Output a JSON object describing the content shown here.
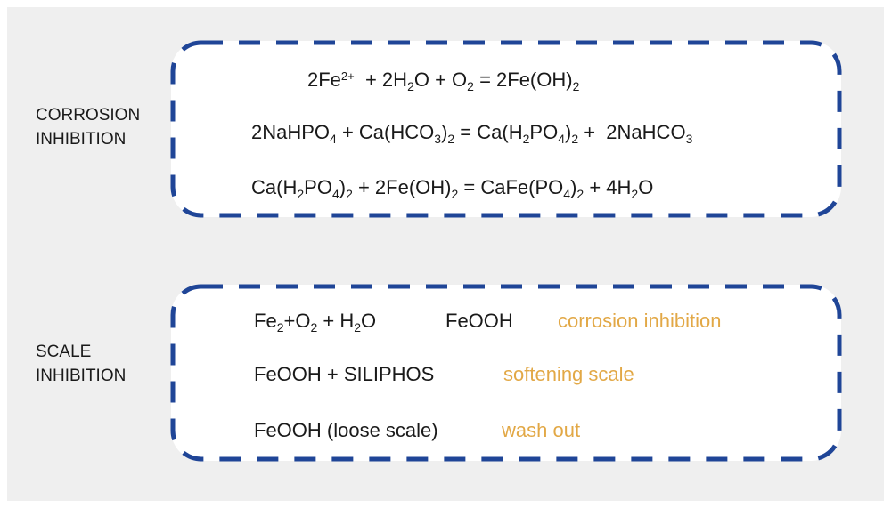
{
  "colors": {
    "border": "#1f4597",
    "accent": "#e2a846",
    "text": "#1a1a1a"
  },
  "corrosion": {
    "label_1": "CORROSION",
    "label_2": "INHIBITION",
    "equations": [
      [
        [
          "2Fe",
          ""
        ],
        [
          "2+",
          "sup"
        ],
        [
          "  + 2H",
          ""
        ],
        [
          "2",
          "sub"
        ],
        [
          "O + O",
          ""
        ],
        [
          "2",
          "sub"
        ],
        [
          " = 2Fe(OH)",
          ""
        ],
        [
          "2",
          "sub"
        ]
      ],
      [
        [
          "2NaHPO",
          ""
        ],
        [
          "4",
          "sub"
        ],
        [
          " + Ca(HCO",
          ""
        ],
        [
          "3",
          "sub"
        ],
        [
          ")",
          ""
        ],
        [
          "2",
          "sub"
        ],
        [
          " = Ca(H",
          ""
        ],
        [
          "2",
          "sub"
        ],
        [
          "PO",
          ""
        ],
        [
          "4",
          "sub"
        ],
        [
          ")",
          ""
        ],
        [
          "2",
          "sub"
        ],
        [
          " +  2NaHCO",
          ""
        ],
        [
          "3",
          "sub"
        ]
      ],
      [
        [
          "Ca(H",
          ""
        ],
        [
          "2",
          "sub"
        ],
        [
          "PO",
          ""
        ],
        [
          "4",
          "sub"
        ],
        [
          ")",
          ""
        ],
        [
          "2",
          "sub"
        ],
        [
          " + 2Fe(OH)",
          ""
        ],
        [
          "2",
          "sub"
        ],
        [
          " = CaFe(PO",
          ""
        ],
        [
          "4",
          "sub"
        ],
        [
          ")",
          ""
        ],
        [
          "2",
          "sub"
        ],
        [
          " + 4H",
          ""
        ],
        [
          "2",
          "sub"
        ],
        [
          "O",
          ""
        ]
      ]
    ]
  },
  "scale": {
    "label_1": "SCALE",
    "label_2": "INHIBITION",
    "rows": [
      {
        "formula": [
          [
            "Fe",
            ""
          ],
          [
            "2",
            "sub"
          ],
          [
            "+O",
            ""
          ],
          [
            "2",
            "sub"
          ],
          [
            " + H",
            ""
          ],
          [
            "2",
            "sub"
          ],
          [
            "O",
            ""
          ]
        ],
        "product": "FeOOH",
        "effect": "corrosion inhibition"
      },
      {
        "formula": [
          [
            "FeOOH + SILIPHOS",
            ""
          ]
        ],
        "effect": "softening scale"
      },
      {
        "formula": [
          [
            "FeOOH (loose scale)",
            ""
          ]
        ],
        "effect": "wash out"
      }
    ]
  }
}
